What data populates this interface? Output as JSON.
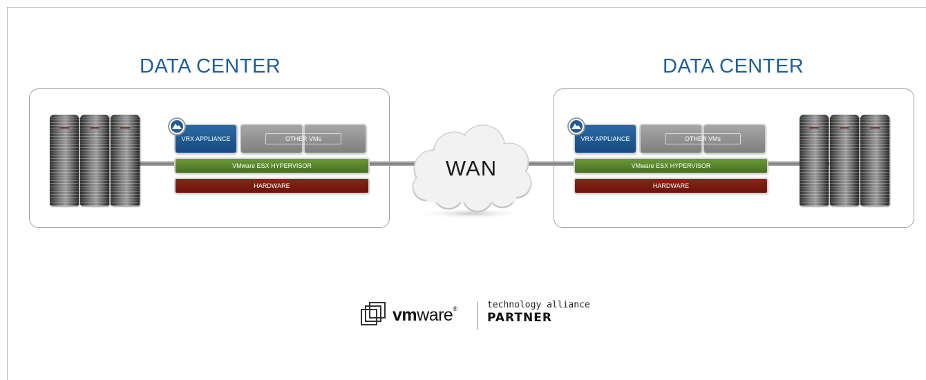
{
  "diagram": {
    "left_dc": {
      "title": "DATA CENTER",
      "vrx_label": "VRX APPLIANCE",
      "other_vms_label": "OTHER VMs",
      "hypervisor_label": "VMware ESX HYPERVISOR",
      "hardware_label": "HARDWARE"
    },
    "right_dc": {
      "title": "DATA CENTER",
      "vrx_label": "VRX APPLIANCE",
      "other_vms_label": "OTHER VMs",
      "hypervisor_label": "VMware ESX HYPERVISOR",
      "hardware_label": "HARDWARE"
    },
    "wan_label": "WAN"
  },
  "footer": {
    "vmware_vm": "vm",
    "vmware_ware": "ware",
    "vmware_reg": "®",
    "alliance_line1": "technology alliance",
    "alliance_line2": "PARTNER"
  },
  "colors": {
    "title_blue": "#1d5e9a",
    "vrx_blue": "#1f5b94",
    "hypervisor_green": "#5a8529",
    "hardware_red": "#7a1c10",
    "vm_gray": "#8f8f8f"
  }
}
